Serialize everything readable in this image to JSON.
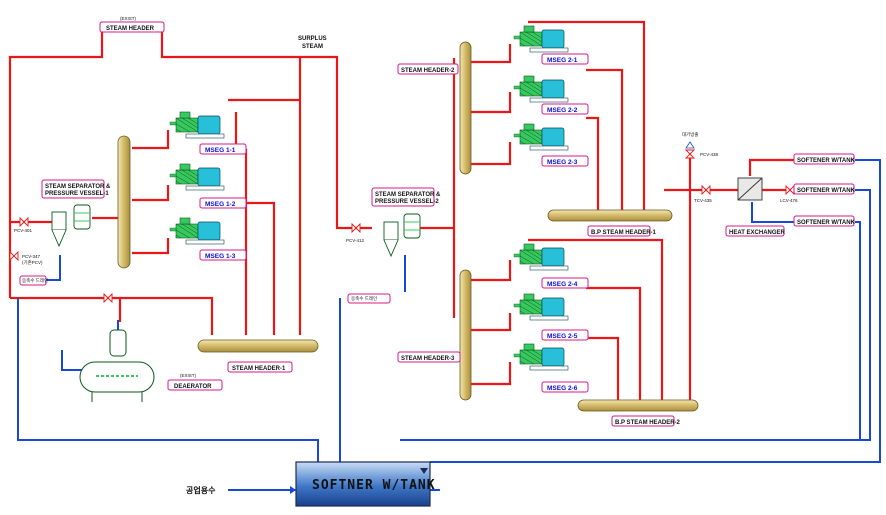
{
  "labels": {
    "steam_header_top_sub": "(EXIST)",
    "steam_header_top": "STEAM HEADER",
    "surplus_steam_1": "SURPLUS",
    "surplus_steam_2": "STEAM",
    "steam_header_2": "STEAM HEADER-2",
    "steam_header_3": "STEAM HEADER-3",
    "sep1_line1": "STEAM SEPARATOR &",
    "sep1_line2": "PRESSURE VESSEL-1",
    "sep2_line1": "STEAM SEPARATOR &",
    "sep2_line2": "PRESSURE VESSEL-2",
    "pcv401": "PCV-401",
    "pcv347": "PCV-347",
    "pcv347_sub": "(기존PCV)",
    "pcv412": "PCV-412",
    "pcv438": "PCV-438",
    "tcv435": "TCV-435",
    "lcv476": "LCV-476",
    "drain1": "응축수 드레인",
    "drain2": "응축수 드레인",
    "deaerator_sub": "(EXIST)",
    "deaerator": "DEAERATOR",
    "steam_header_1": "STEAM HEADER-1",
    "lp_header_1": "B.P STEAM HEADER-1",
    "lp_header_2": "B.P STEAM HEADER-2",
    "heat_exchanger": "HEAT EXCHANGER",
    "vent": "대기방출",
    "softner_1": "SOFTENER W/TANK",
    "softner_2": "SOFTENER W/TANK",
    "softner_3": "SOFTENER W/TANK",
    "main_tank": "SOFTNER W/TANK",
    "industrial_water": "공업용수"
  },
  "mseg": [
    "MSEG 1-1",
    "MSEG 1-2",
    "MSEG 1-3",
    "MSEG 2-1",
    "MSEG 2-2",
    "MSEG 2-3",
    "MSEG 2-4",
    "MSEG 2-5",
    "MSEG 2-6"
  ],
  "colors": {
    "steam": "#e81818",
    "water": "#1848d8",
    "equip_fill": "#d6c178",
    "generator": "#28c0d8",
    "tag_border": "#d81888"
  }
}
